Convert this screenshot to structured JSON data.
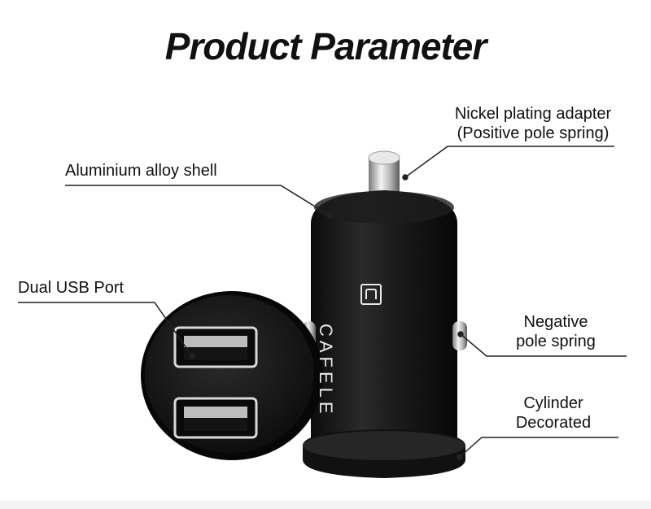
{
  "title": "Product Parameter",
  "product": {
    "brand": "CAFELE",
    "body_color": "#151515",
    "accent_color": "#d9d9d9"
  },
  "callouts": {
    "nickel_line1": "Nickel plating adapter",
    "nickel_line2": "(Positive pole spring)",
    "aluminium": "Aluminium alloy shell",
    "usb": "Dual USB Port",
    "negative_line1": "Negative",
    "negative_line2": "pole spring",
    "cylinder_line1": "Cylinder",
    "cylinder_line2": "Decorated"
  }
}
